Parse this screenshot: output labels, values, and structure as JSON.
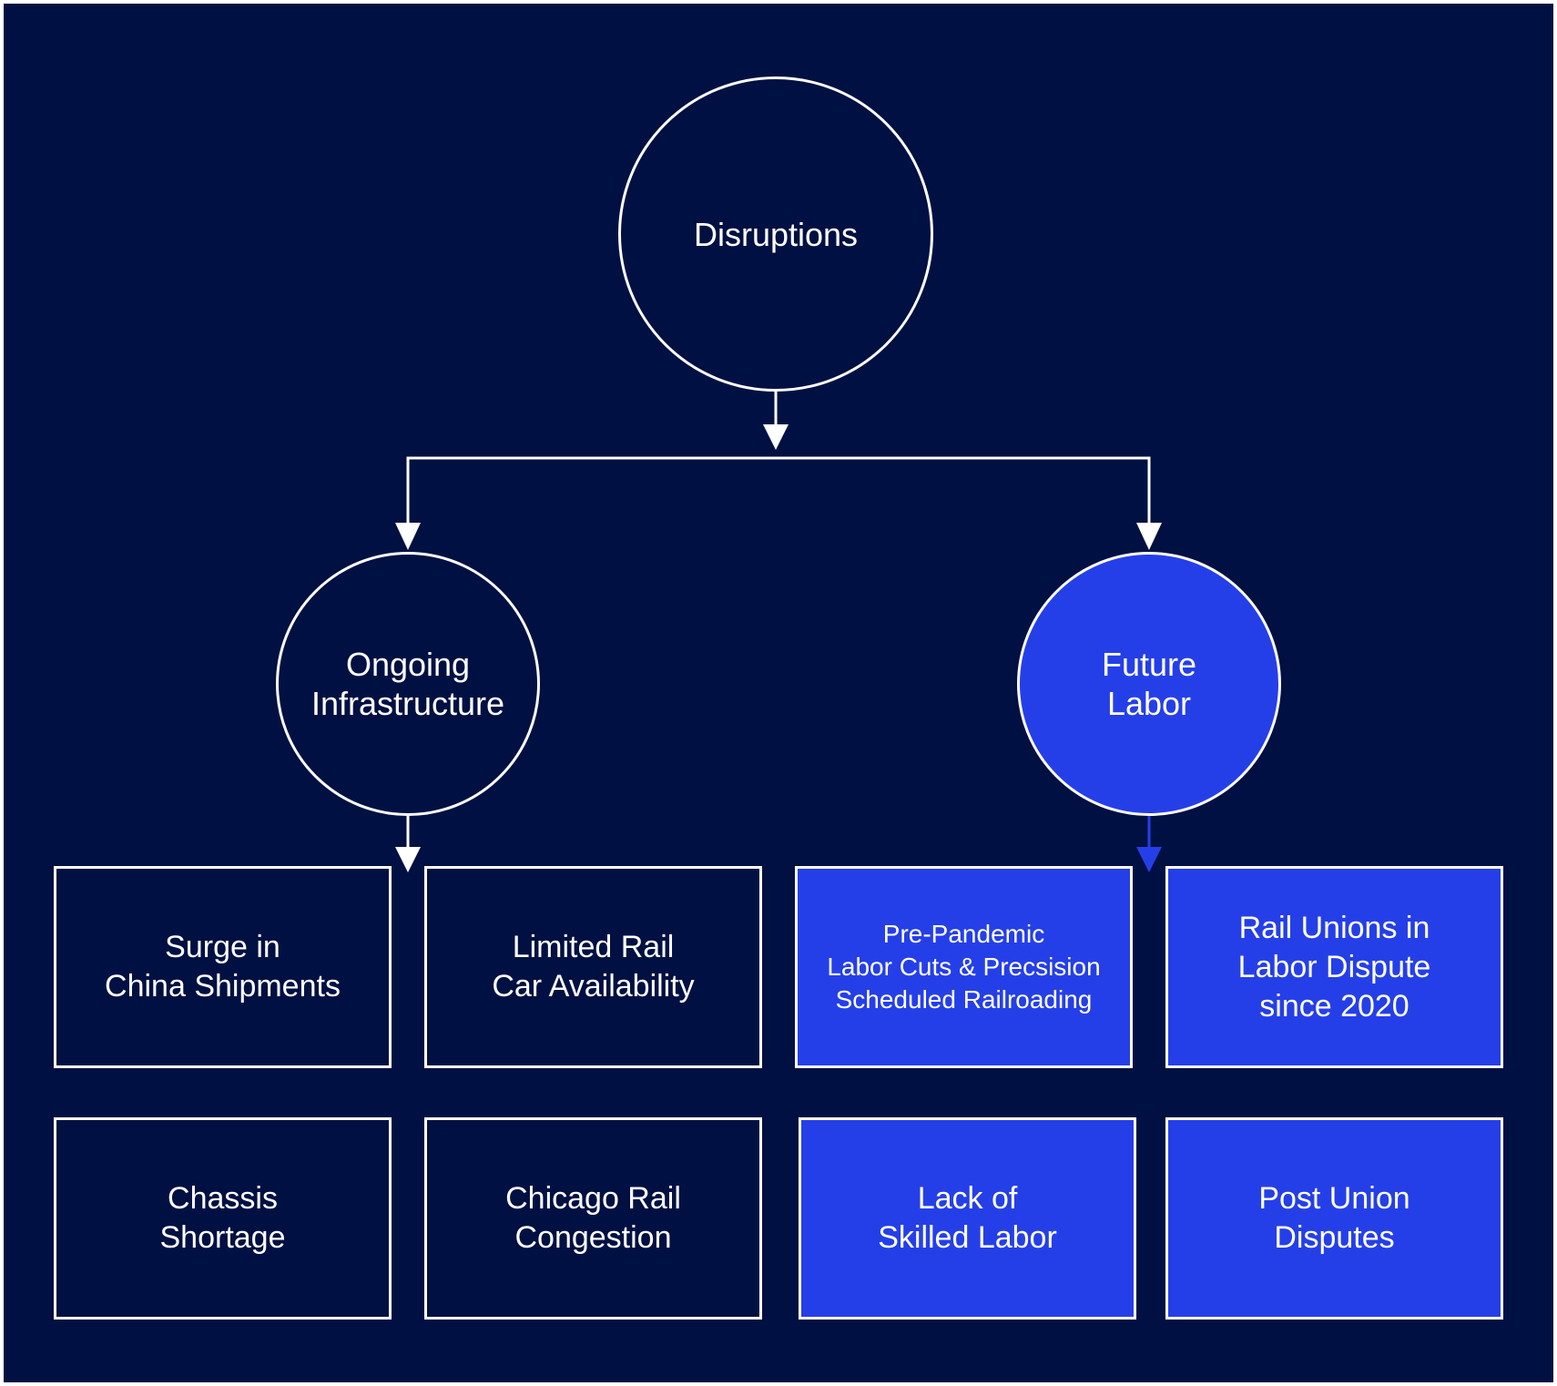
{
  "diagram": {
    "root": {
      "label": "Disruptions"
    },
    "branches": [
      {
        "label": "Ongoing\nInfrastructure",
        "items": [
          "Surge in\nChina Shipments",
          "Limited Rail\nCar Availability",
          "Chassis\nShortage",
          "Chicago Rail\nCongestion"
        ]
      },
      {
        "label": "Future\nLabor",
        "items": [
          "Pre-Pandemic\nLabor Cuts & Precsision\nScheduled Railroading",
          "Rail Unions in\nLabor Dispute\nsince 2020",
          "Lack of\nSkilled Labor",
          "Post Union\nDisputes"
        ]
      }
    ],
    "colors": {
      "background": "#011042",
      "accent": "#253fe8",
      "stroke": "#ffffff"
    }
  }
}
